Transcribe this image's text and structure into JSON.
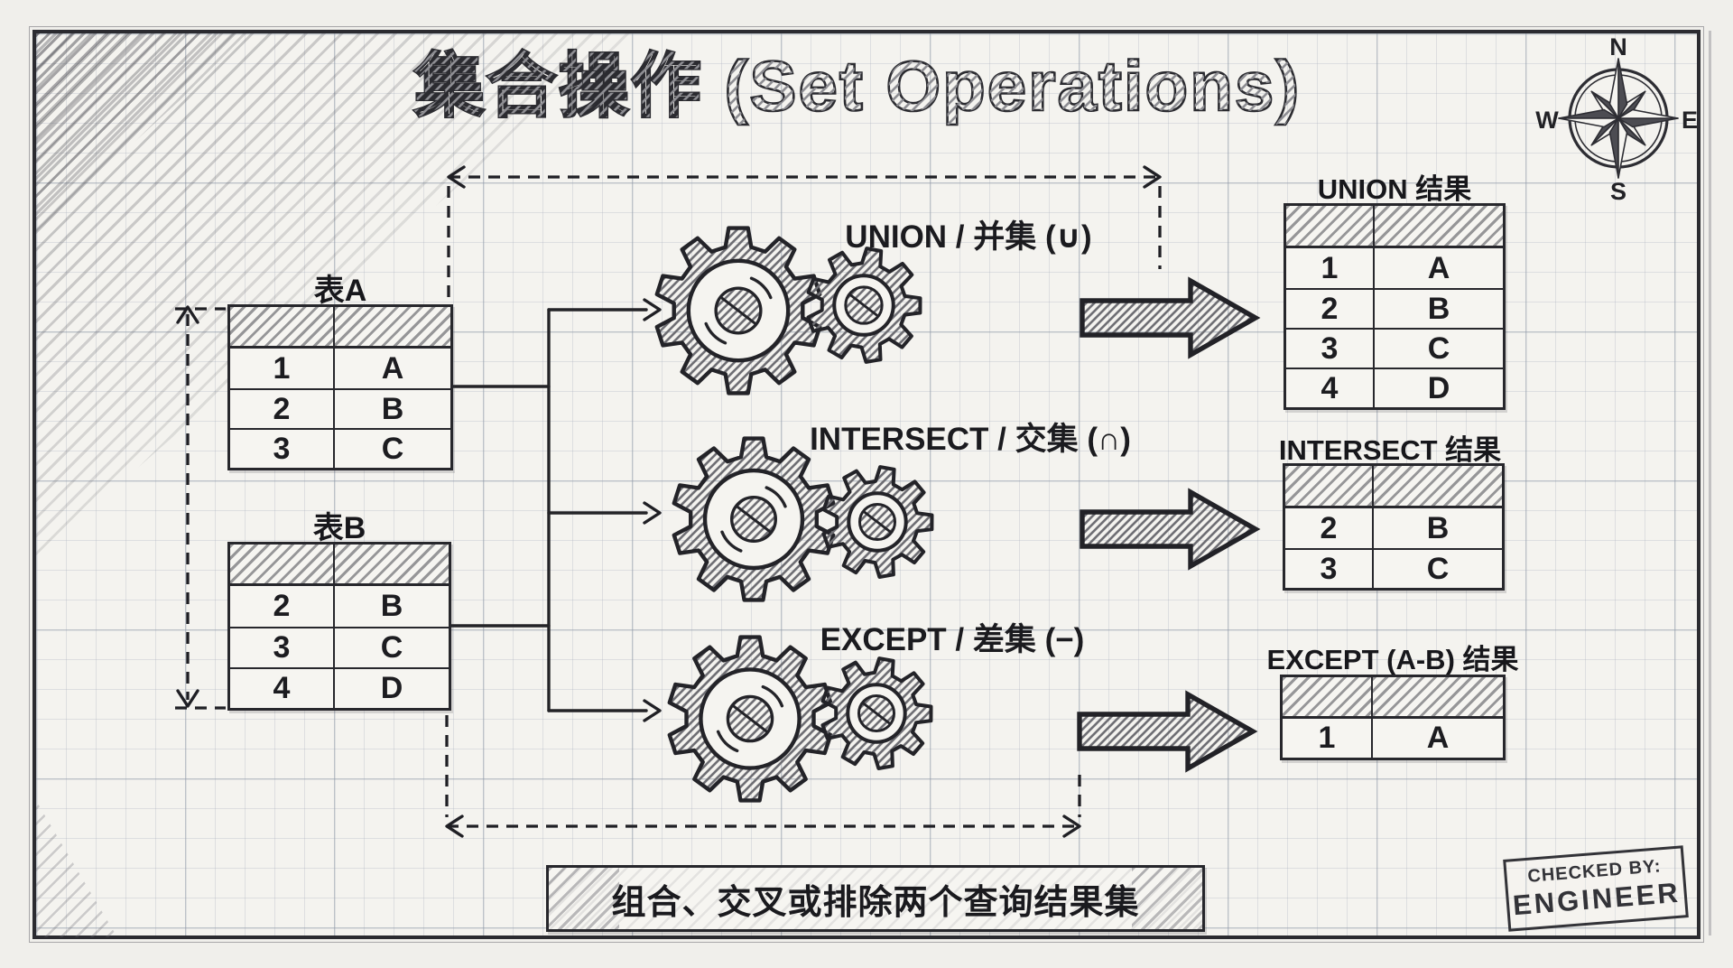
{
  "title": "集合操作 (Set Operations)",
  "compass": {
    "north": "N",
    "east": "E",
    "south": "S",
    "west": "W"
  },
  "source_tables": {
    "a": {
      "title": "表A",
      "rows": [
        [
          "1",
          "A"
        ],
        [
          "2",
          "B"
        ],
        [
          "3",
          "C"
        ]
      ]
    },
    "b": {
      "title": "表B",
      "rows": [
        [
          "2",
          "B"
        ],
        [
          "3",
          "C"
        ],
        [
          "4",
          "D"
        ]
      ]
    }
  },
  "operations": [
    {
      "label": "UNION / 并集 (∪)"
    },
    {
      "label": "INTERSECT / 交集 (∩)"
    },
    {
      "label": "EXCEPT / 差集 (−)"
    }
  ],
  "result_tables": [
    {
      "title": "UNION 结果",
      "rows": [
        [
          "1",
          "A"
        ],
        [
          "2",
          "B"
        ],
        [
          "3",
          "C"
        ],
        [
          "4",
          "D"
        ]
      ]
    },
    {
      "title": "INTERSECT 结果",
      "rows": [
        [
          "2",
          "B"
        ],
        [
          "3",
          "C"
        ]
      ]
    },
    {
      "title": "EXCEPT (A-B) 结果",
      "rows": [
        [
          "1",
          "A"
        ]
      ]
    }
  ],
  "caption": "组合、交叉或排除两个查询结果集",
  "stamp": {
    "label": "CHECKED BY:",
    "value": "ENGINEER"
  },
  "colors": {
    "ink": "#26262b",
    "pencil": "#6f6f74",
    "paper": "#f4f3ef",
    "compass_dark": "#4c4c52"
  }
}
